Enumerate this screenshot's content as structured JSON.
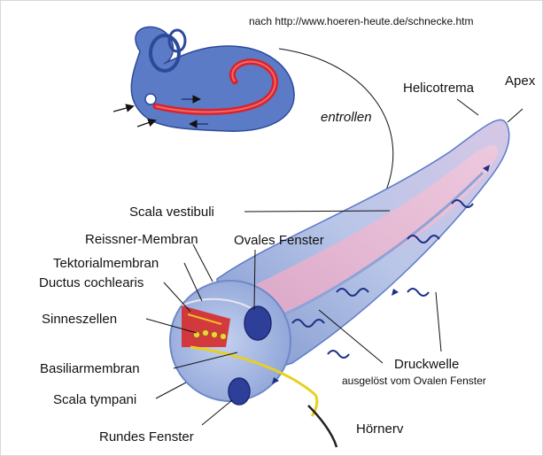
{
  "source_note": "nach http://www.hoeren-heute.de/schnecke.htm",
  "arrow_label": "entrollen",
  "labels": {
    "helicotrema": "Helicotrema",
    "apex": "Apex",
    "scala_vestibuli": "Scala vestibuli",
    "reissner_membran": "Reissner-Membran",
    "ovales_fenster": "Ovales Fenster",
    "tektorialmembran": "Tektorialmembran",
    "ductus_cochlearis": "Ductus cochlearis",
    "sinneszellen": "Sinneszellen",
    "basiliarmembran": "Basiliarmembran",
    "scala_tympani": "Scala tympani",
    "rundes_fenster": "Rundes Fenster",
    "druckwelle": "Druckwelle",
    "druckwelle_sub": "ausgelöst vom Ovalen Fenster",
    "hoernerv": "Hörnerv"
  }
}
